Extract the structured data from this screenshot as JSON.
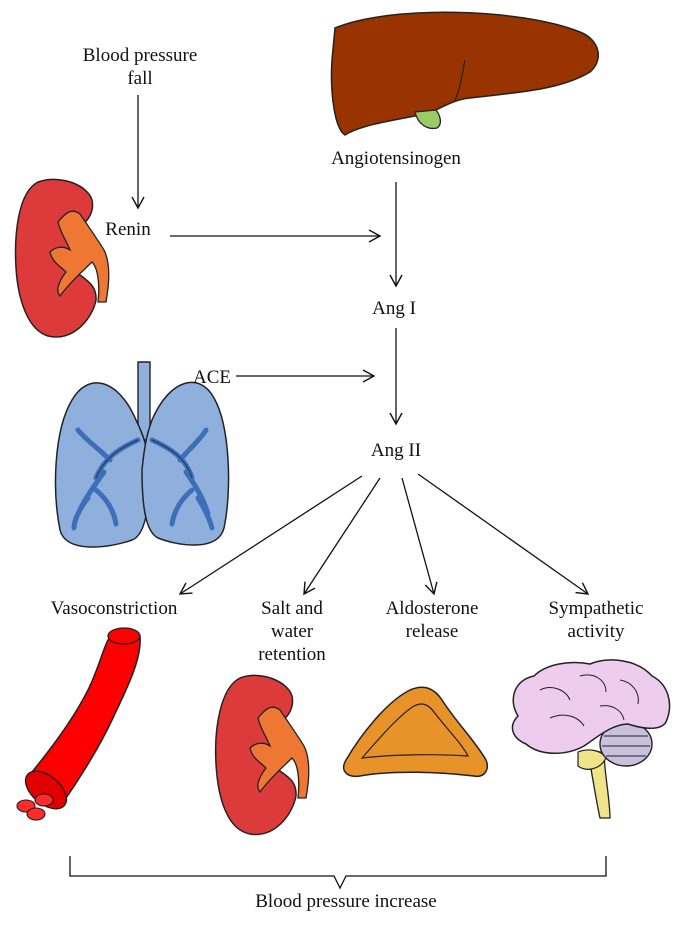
{
  "labels": {
    "bp_fall": "Blood pressure\nfall",
    "angiotensinogen": "Angiotensinogen",
    "renin": "Renin",
    "ang1": "Ang I",
    "ace": "ACE",
    "ang2": "Ang II",
    "vasoconstriction": "Vasoconstriction",
    "salt_water": "Salt and\nwater\nretention",
    "aldosterone": "Aldosterone\nrelease",
    "sympathetic": "Sympathetic\nactivity",
    "bp_increase": "Blood pressure increase"
  },
  "colors": {
    "liver": "#993300",
    "gallbladder": "#99cc66",
    "kidney": "#dd3b3b",
    "ureter": "#ee7733",
    "lung": "#8fb0dd",
    "airway": "#3d6fb8",
    "vessel": "#ff0000",
    "adrenal": "#e8922a",
    "brain": "#eeccee",
    "cerebellum": "#c8c0dd",
    "brainstem": "#f0e48a"
  }
}
